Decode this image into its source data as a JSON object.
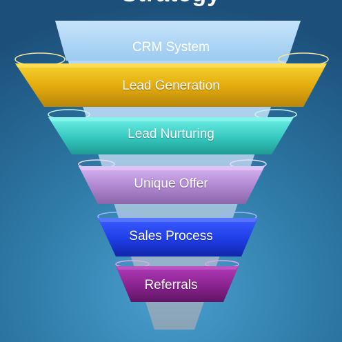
{
  "diagram": {
    "title": "Strategy",
    "stages": [
      {
        "id": "crm",
        "label": "CRM System",
        "color": "#a9d4f5"
      },
      {
        "id": "lead-gen",
        "label": "Lead Generation",
        "color": "#e8b40f"
      },
      {
        "id": "lead-nurturing",
        "label": "Lead Nurturing",
        "color": "#3fd2c8"
      },
      {
        "id": "unique-offer",
        "label": "Unique Offer",
        "color": "#b58bd6"
      },
      {
        "id": "sales-process",
        "label": "Sales Process",
        "color": "#1f3fe0"
      },
      {
        "id": "referrals",
        "label": "Referrals",
        "color": "#8a2290"
      }
    ]
  }
}
